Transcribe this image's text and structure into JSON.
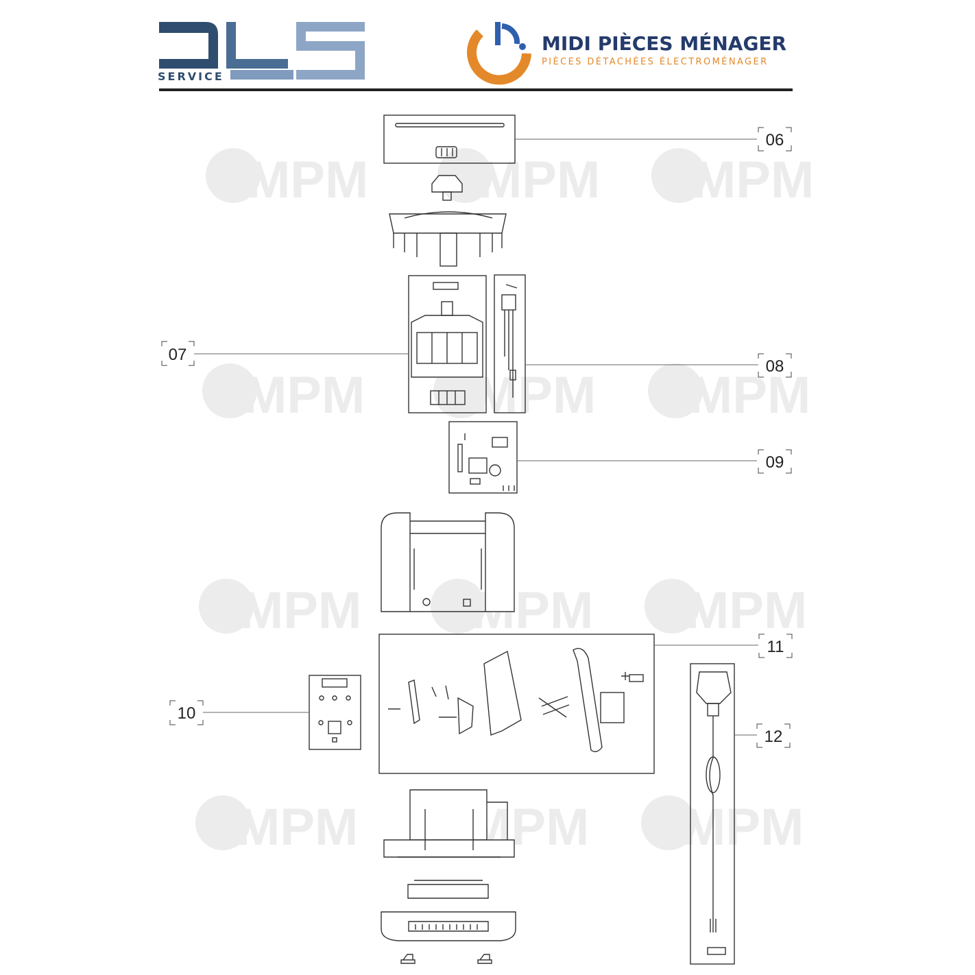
{
  "header": {
    "dls_logo": {
      "word": "DLS",
      "sub": "SERVICE",
      "color_dark": "#2f4d6e",
      "color_light": "#8ea6c6"
    },
    "mpm_logo": {
      "title": "MIDI PIÈCES MÉNAGER",
      "subtitle": "PIÈCES DÉTACHÉES ÉLECTROMÉNAGER",
      "title_color": "#243b6b",
      "subtitle_color": "#e3892a",
      "ring_color": "#e3892a",
      "dot_color": "#2f5fae"
    }
  },
  "watermark": {
    "text": "MPM",
    "color": "#e6e6e6"
  },
  "callouts": [
    {
      "id": "06",
      "label": "06"
    },
    {
      "id": "07",
      "label": "07"
    },
    {
      "id": "08",
      "label": "08"
    },
    {
      "id": "09",
      "label": "09"
    },
    {
      "id": "10",
      "label": "10"
    },
    {
      "id": "11",
      "label": "11"
    },
    {
      "id": "12",
      "label": "12"
    }
  ]
}
